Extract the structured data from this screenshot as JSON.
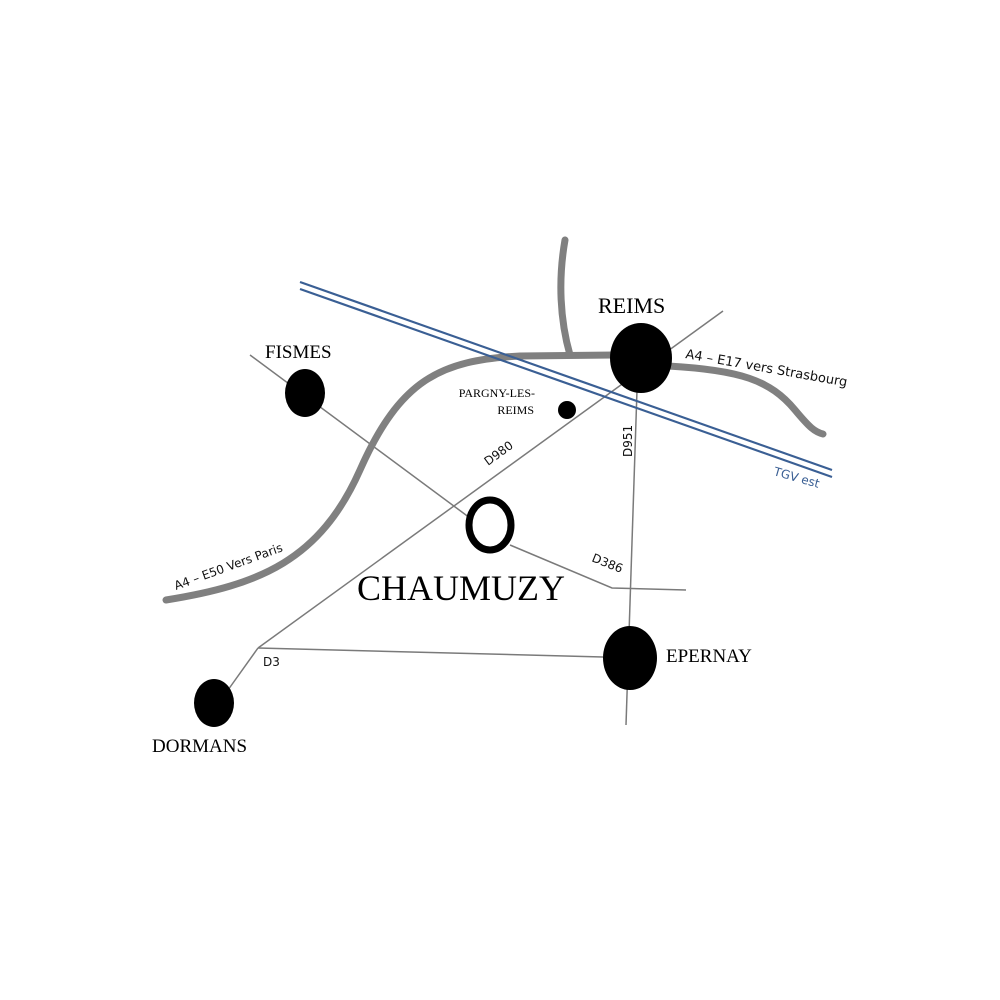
{
  "colors": {
    "motorway": "#808080",
    "road": "#7a7a7a",
    "rail": "#3a5f94",
    "city": "#000000"
  },
  "cities": {
    "reims": "REIMS",
    "fismes": "FISMES",
    "pargny_line1": "PARGNY-LES-",
    "pargny_line2": "REIMS",
    "chaumuzy": "CHAUMUZY",
    "epernay": "EPERNAY",
    "dormans": "DORMANS"
  },
  "roads": {
    "a4_east": "A4 – E17  vers Strasbourg",
    "a4_west": "A4 – E50 Vers Paris",
    "d980": "D980",
    "d951": "D951",
    "d386": "D386",
    "d3": "D3"
  },
  "rail": {
    "tgv": "TGV est"
  }
}
